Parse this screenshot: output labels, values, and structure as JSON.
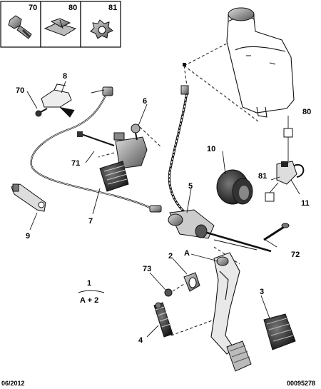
{
  "header_boxes": [
    {
      "ref": "70",
      "icon": "bolt-icon"
    },
    {
      "ref": "80",
      "icon": "clip-icon"
    },
    {
      "ref": "81",
      "icon": "star-washer-icon"
    }
  ],
  "callouts": {
    "c1": "1",
    "c2": "2",
    "c3": "3",
    "c4": "4",
    "c5": "5",
    "c6": "6",
    "c7": "7",
    "c8": "8",
    "c9": "9",
    "c10": "10",
    "c11": "11",
    "c70": "70",
    "c71": "71",
    "c72": "72",
    "c73": "73",
    "c80": "80",
    "c81": "81",
    "cA": "A"
  },
  "formula": {
    "top": "1",
    "bottom": "A + 2"
  },
  "footer": {
    "date": "06/2012",
    "ref": "00095278"
  },
  "colors": {
    "line": "#111111",
    "shade": "#444444",
    "background": "#ffffff"
  }
}
